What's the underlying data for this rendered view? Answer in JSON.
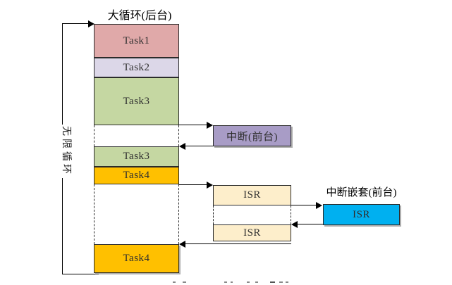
{
  "diagram": {
    "title": "大循环(后台)",
    "loop_label": "无限循环",
    "interrupt_label": "中断(前台)",
    "nested_interrupt_label": "中断嵌套(前台)",
    "tasks": {
      "task1": "Task1",
      "task2": "Task2",
      "task3_first": "Task3",
      "task3_second": "Task3",
      "task4_first": "Task4",
      "task4_second": "Task4"
    },
    "isr": {
      "isr1": "ISR",
      "isr2": "ISR",
      "isr_nested": "ISR"
    },
    "colors": {
      "task1": "#e0a9a9",
      "task2": "#dcd7e8",
      "task3": "#c5d7a2",
      "task4": "#ffc000",
      "interrupt": "#a89cc6",
      "isr": "#fdeecb",
      "isr_nested": "#00b0f0",
      "line": "#000000"
    }
  }
}
